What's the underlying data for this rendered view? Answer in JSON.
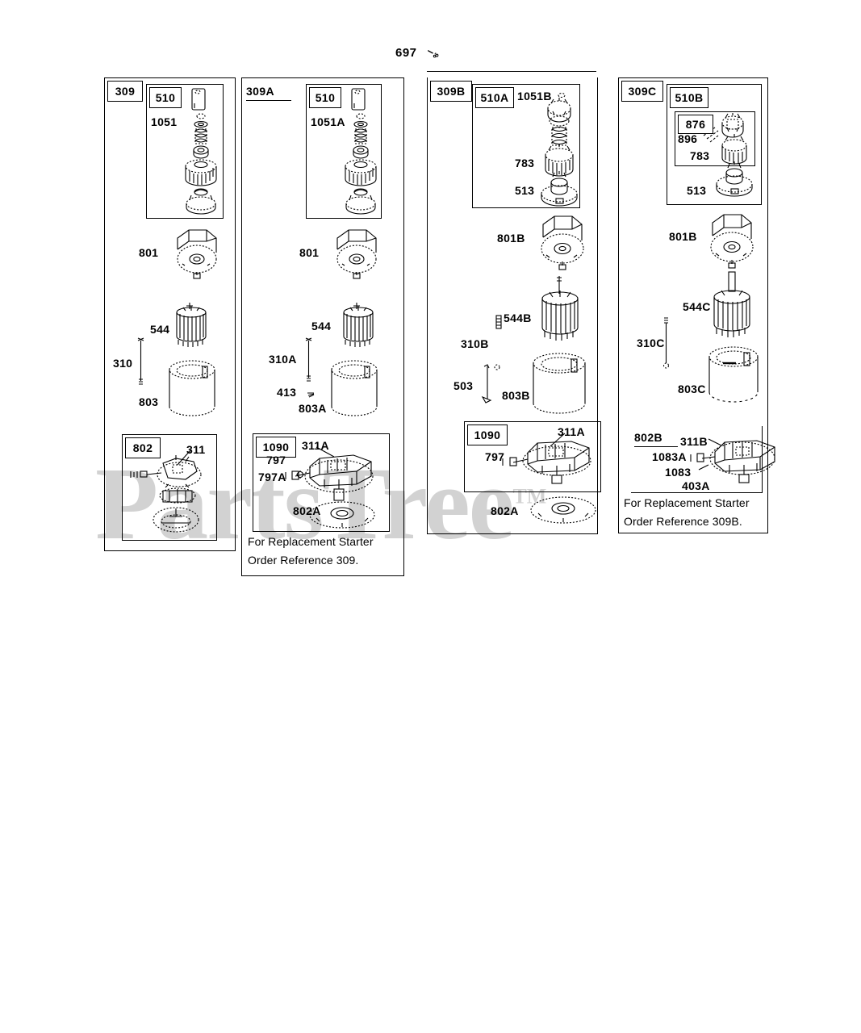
{
  "page": {
    "number": "697",
    "mark_icon": "scissors-mark"
  },
  "watermark": {
    "text": "PartsTree",
    "tm": "TM",
    "color": "#d2d2d2"
  },
  "panels": [
    {
      "id": "panel-309",
      "ref": "309",
      "ref_style": "boxed",
      "subboxes": [
        {
          "id": "sub-510",
          "ref": "510",
          "ref_style": "boxed"
        },
        {
          "id": "sub-802",
          "ref": "802",
          "ref_style": "boxed"
        }
      ],
      "callouts": [
        {
          "key": "1051",
          "label": "1051"
        },
        {
          "key": "801",
          "label": "801"
        },
        {
          "key": "544",
          "label": "544"
        },
        {
          "key": "310",
          "label": "310"
        },
        {
          "key": "803",
          "label": "803"
        },
        {
          "key": "311",
          "label": "311"
        }
      ],
      "note": []
    },
    {
      "id": "panel-309A",
      "ref": "309A",
      "ref_style": "underline",
      "subboxes": [
        {
          "id": "sub-510-a",
          "ref": "510",
          "ref_style": "boxed"
        },
        {
          "id": "sub-1090-a",
          "ref": "1090",
          "ref_style": "boxed"
        }
      ],
      "callouts": [
        {
          "key": "1051A",
          "label": "1051A"
        },
        {
          "key": "801",
          "label": "801"
        },
        {
          "key": "544",
          "label": "544"
        },
        {
          "key": "310A",
          "label": "310A"
        },
        {
          "key": "413",
          "label": "413"
        },
        {
          "key": "803A",
          "label": "803A"
        },
        {
          "key": "311A",
          "label": "311A"
        },
        {
          "key": "797",
          "label": "797"
        },
        {
          "key": "797A",
          "label": "797A"
        },
        {
          "key": "802A",
          "label": "802A"
        }
      ],
      "note": [
        "For Replacement Starter",
        "Order Reference 309."
      ]
    },
    {
      "id": "panel-309B",
      "ref": "309B",
      "ref_style": "boxed",
      "subboxes": [
        {
          "id": "sub-510A",
          "ref": "510A",
          "ref_style": "boxed"
        },
        {
          "id": "sub-1090-b",
          "ref": "1090",
          "ref_style": "boxed"
        }
      ],
      "callouts": [
        {
          "key": "1051B",
          "label": "1051B"
        },
        {
          "key": "783",
          "label": "783"
        },
        {
          "key": "513",
          "label": "513"
        },
        {
          "key": "801B",
          "label": "801B"
        },
        {
          "key": "544B",
          "label": "544B"
        },
        {
          "key": "310B",
          "label": "310B"
        },
        {
          "key": "503",
          "label": "503"
        },
        {
          "key": "803B",
          "label": "803B"
        },
        {
          "key": "311A",
          "label": "311A"
        },
        {
          "key": "797",
          "label": "797"
        },
        {
          "key": "802A",
          "label": "802A"
        }
      ],
      "note": []
    },
    {
      "id": "panel-309C",
      "ref": "309C",
      "ref_style": "boxed",
      "subboxes": [
        {
          "id": "sub-510B",
          "ref": "510B",
          "ref_style": "boxed"
        },
        {
          "id": "sub-876",
          "ref": "876",
          "ref_style": "boxed"
        },
        {
          "id": "sub-802B",
          "ref": "802B",
          "ref_style": "underline"
        }
      ],
      "callouts": [
        {
          "key": "896",
          "label": "896"
        },
        {
          "key": "783",
          "label": "783"
        },
        {
          "key": "513",
          "label": "513"
        },
        {
          "key": "801B",
          "label": "801B"
        },
        {
          "key": "544C",
          "label": "544C"
        },
        {
          "key": "310C",
          "label": "310C"
        },
        {
          "key": "803C",
          "label": "803C"
        },
        {
          "key": "311B",
          "label": "311B"
        },
        {
          "key": "1083A",
          "label": "1083A"
        },
        {
          "key": "1083",
          "label": "1083"
        },
        {
          "key": "403A",
          "label": "403A"
        }
      ],
      "note": [
        "For Replacement Starter",
        "Order Reference 309B."
      ]
    }
  ]
}
